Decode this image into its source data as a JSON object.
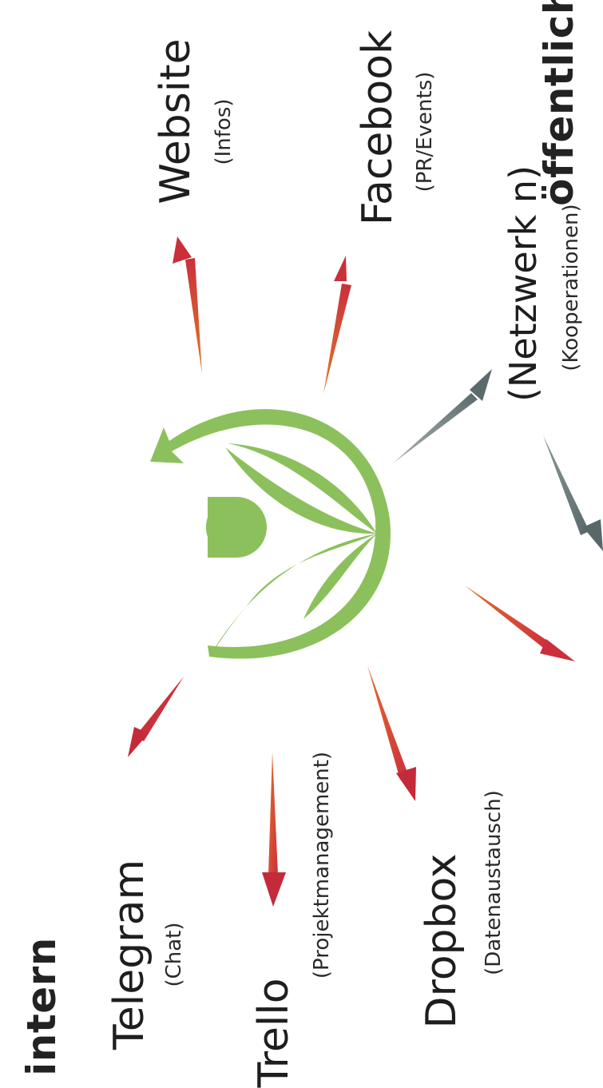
{
  "headings": {
    "public": "öffentlich",
    "internal": "intern"
  },
  "nodes": {
    "website": {
      "name": "Website",
      "sub": "(Infos)"
    },
    "facebook": {
      "name": "Facebook",
      "sub": "(PR/Events)"
    },
    "netzwerk": {
      "name": "(Netzwerk n)",
      "sub": "(Kooperationen)"
    },
    "telegram": {
      "name": "Telegram",
      "sub": "(Chat)"
    },
    "trello": {
      "name": "Trello",
      "sub": "(Projektmanagement)"
    },
    "dropbox": {
      "name": "Dropbox",
      "sub": "(Datenaustausch)"
    }
  },
  "colors": {
    "arrow_red": "#cc3b3b",
    "arrow_orange": "#d9602e",
    "arrow_gray": "#6d7b7b",
    "logo_green": "#8cc05c"
  }
}
